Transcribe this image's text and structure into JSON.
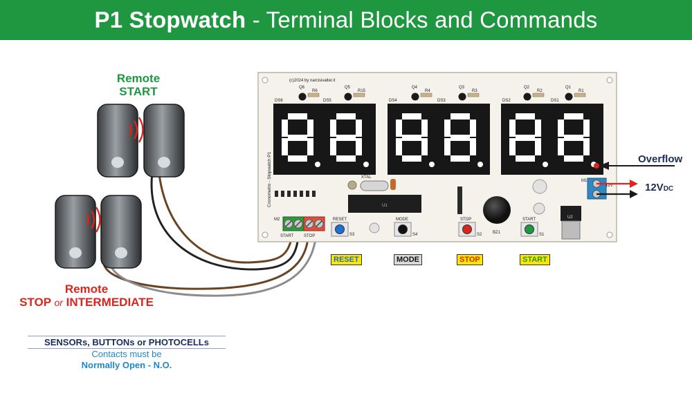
{
  "header": {
    "title_bold": "P1 Stopwatch",
    "title_rest": " - Terminal Blocks and Commands"
  },
  "remotes": {
    "start_label_line1": "Remote",
    "start_label_line2": "START",
    "stop_label_line1": "Remote",
    "stop_label_part1": "STOP",
    "stop_label_or": "or",
    "stop_label_part2": "INTERMEDIATE"
  },
  "board": {
    "copyright": "(c)2024 by narcisivalter.it",
    "vertical_text": "Cronometro - Stopwatch P1",
    "terminal_block": "M2",
    "terminal_start": "START",
    "terminal_stop": "STOP",
    "power_block": "M1",
    "power_label": "12V",
    "digit_labels": [
      "DS6",
      "DS5",
      "DS4",
      "DS3",
      "DS2",
      "DS1"
    ],
    "transistor_labels": [
      "Q6",
      "Q5",
      "Q4",
      "Q3",
      "Q2",
      "Q1"
    ],
    "resistor_labels": [
      "R6",
      "R15",
      "R4",
      "R3",
      "R2",
      "R1"
    ],
    "chip_label": "U1",
    "regulator_label": "U2",
    "buzzer_label": "BZ1",
    "crystal_label": "XTAL",
    "button_labels": [
      "RESET",
      "MODE",
      "STOP",
      "START"
    ],
    "switch_ids": [
      "S3",
      "S4",
      "S2",
      "S1"
    ]
  },
  "side_labels": {
    "overflow": "Overflow",
    "power": "12V",
    "power_sub": "DC"
  },
  "tags": [
    {
      "text": "RESET",
      "bg": "#ffe600",
      "fg": "#1e6fd0"
    },
    {
      "text": "MODE",
      "bg": "#d9d9d9",
      "fg": "#111111"
    },
    {
      "text": "STOP",
      "bg": "#ffe600",
      "fg": "#d9251c"
    },
    {
      "text": "START",
      "bg": "#ffe600",
      "fg": "#1f9740"
    }
  ],
  "note": {
    "title": "SENSORs, BUTTONs or PHOTOCELLs",
    "line1": "Contacts must be",
    "line2": "Normally Open - N.O."
  },
  "colors": {
    "header_green": "#1f9740",
    "pcb": "#f4f2ea",
    "display": "#171717",
    "segment": "#ffffff"
  }
}
